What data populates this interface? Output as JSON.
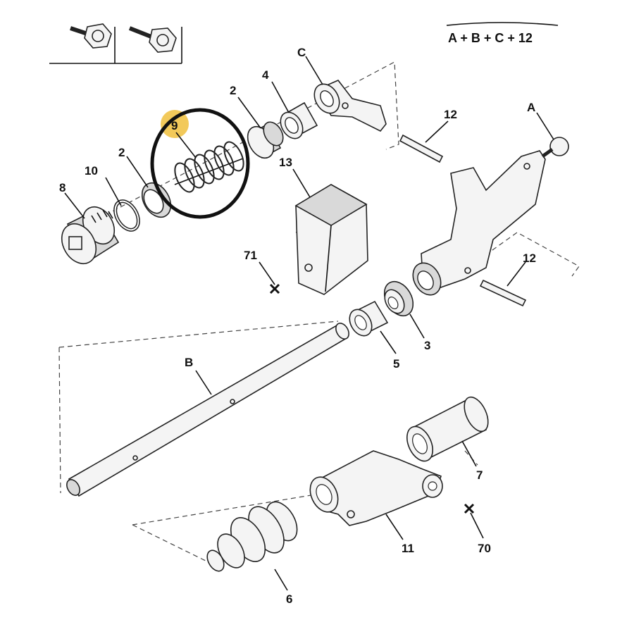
{
  "header_formula": "A + B + C + 12",
  "highlight_color": "#f2c95a",
  "callout_circle_color": "#111111",
  "labels": {
    "l2a": "2",
    "l2b": "2",
    "l3": "3",
    "l4": "4",
    "l5": "5",
    "l6": "6",
    "l7": "7",
    "l8": "8",
    "l9": "9",
    "l10": "10",
    "l11": "11",
    "l12a": "12",
    "l12b": "12",
    "l13": "13",
    "l70": "70",
    "l71": "71",
    "lA": "A",
    "lB": "B",
    "lC": "C"
  }
}
